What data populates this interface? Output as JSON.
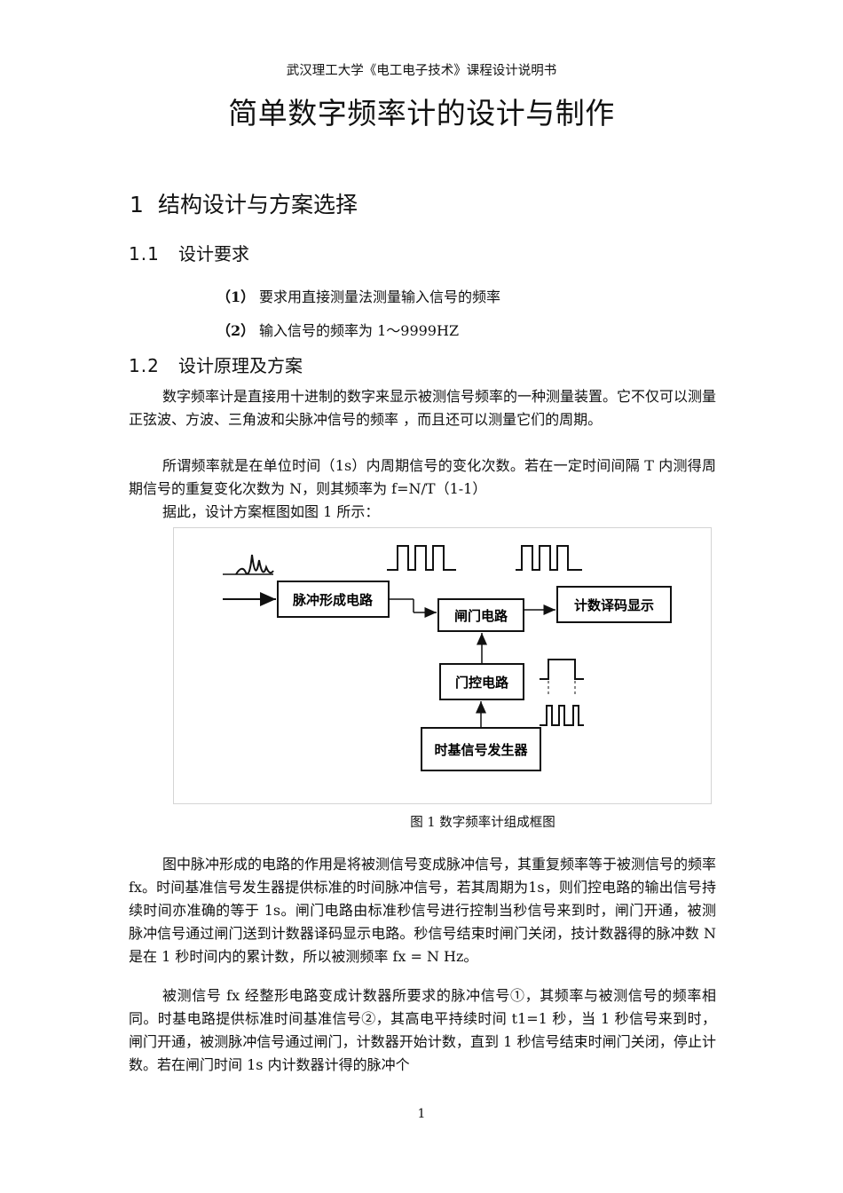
{
  "page": {
    "header": "武汉理工大学《电工电子技术》课程设计说明书",
    "title": "简单数字频率计的设计与制作",
    "page_number": "1"
  },
  "section1": {
    "number": "1",
    "title": "结构设计与方案选择"
  },
  "section1_1": {
    "number": "1.1",
    "title": "设计要求",
    "items": [
      {
        "num": "（1）",
        "text": "要求用直接测量法测量输入信号的频率"
      },
      {
        "num": "（2）",
        "text": "输入信号的频率为 1～9999HZ"
      }
    ]
  },
  "section1_2": {
    "number": "1.2",
    "title": "设计原理及方案",
    "paragraphs": [
      "数字频率计是直接用十进制的数字来显示被测信号频率的一种测量装置。它不仅可以测量正弦波、方波、三角波和尖脉冲信号的频率 ，而且还可以测量它们的周期。",
      "所谓频率就是在单位时间（1s）内周期信号的变化次数。若在一定时间间隔 T 内测得周期信号的重复变化次数为 N，则其频率为 f=N/T（1-1）",
      "据此，设计方案框图如图 1 所示："
    ]
  },
  "figure1": {
    "blocks": {
      "pulse_shaping": "脉冲形成电路",
      "gate": "闸门电路",
      "counter_display": "计数译码显示",
      "gate_control": "门控电路",
      "timebase": "时基信号发生器"
    },
    "caption": "图 1    数字频率计组成框图"
  },
  "body": {
    "p1": "图中脉冲形成的电路的作用是将被测信号变成脉冲信号，其重复频率等于被测信号的频率 fx。时间基准信号发生器提供标准的时间脉冲信号，若其周期为1s，则们控电路的输出信号持续时间亦准确的等于 1s。闸门电路由标准秒信号进行控制当秒信号来到时，闸门开通，被测脉冲信号通过闸门送到计数器译码显示电路。秒信号结束时闸门关闭，技计数器得的脉冲数 N 是在 1 秒时间内的累计数，所以被测频率 fx = N Hz。",
    "p2": "被测信号 fx 经整形电路变成计数器所要求的脉冲信号①，其频率与被测信号的频率相同。时基电路提供标准时间基准信号②，其高电平持续时间 t1=1 秒，当 1 秒信号来到时，闸门开通，被测脉冲信号通过闸门，计数器开始计数，直到 1 秒信号结束时闸门关闭，停止计数。若在闸门时间 1s 内计数器计得的脉冲个"
  }
}
